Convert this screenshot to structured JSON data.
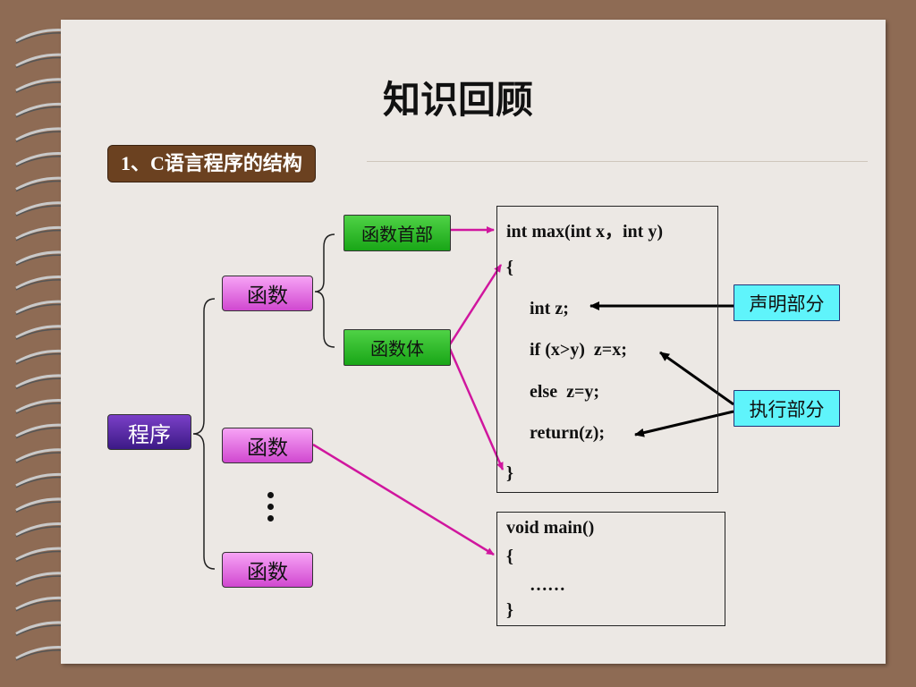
{
  "slide": {
    "title": "知识回顾",
    "section": "1、C语言程序的结构"
  },
  "nodes": {
    "program": "程序",
    "func1": "函数",
    "func2": "函数",
    "func3": "函数",
    "func_header": "函数首部",
    "func_body": "函数体",
    "declaration": "声明部分",
    "execution": "执行部分"
  },
  "code_max": [
    "int max(int x，int y)",
    "{",
    "int z;",
    "if (x>y)  z=x;",
    "else  z=y;",
    "return(z);",
    "}"
  ],
  "code_main": [
    "void main()",
    "{",
    "……",
    "}"
  ],
  "colors": {
    "background": "#8e6b54",
    "paper": "#ece8e4",
    "section_label": "#6b4120",
    "green_box": "#2bbd27",
    "magenta_box": "#e070e0",
    "purple_box": "#4c2499",
    "cyan_box": "#5ff4fb",
    "arrow_magenta": "#d0169e",
    "arrow_black": "#000000"
  }
}
